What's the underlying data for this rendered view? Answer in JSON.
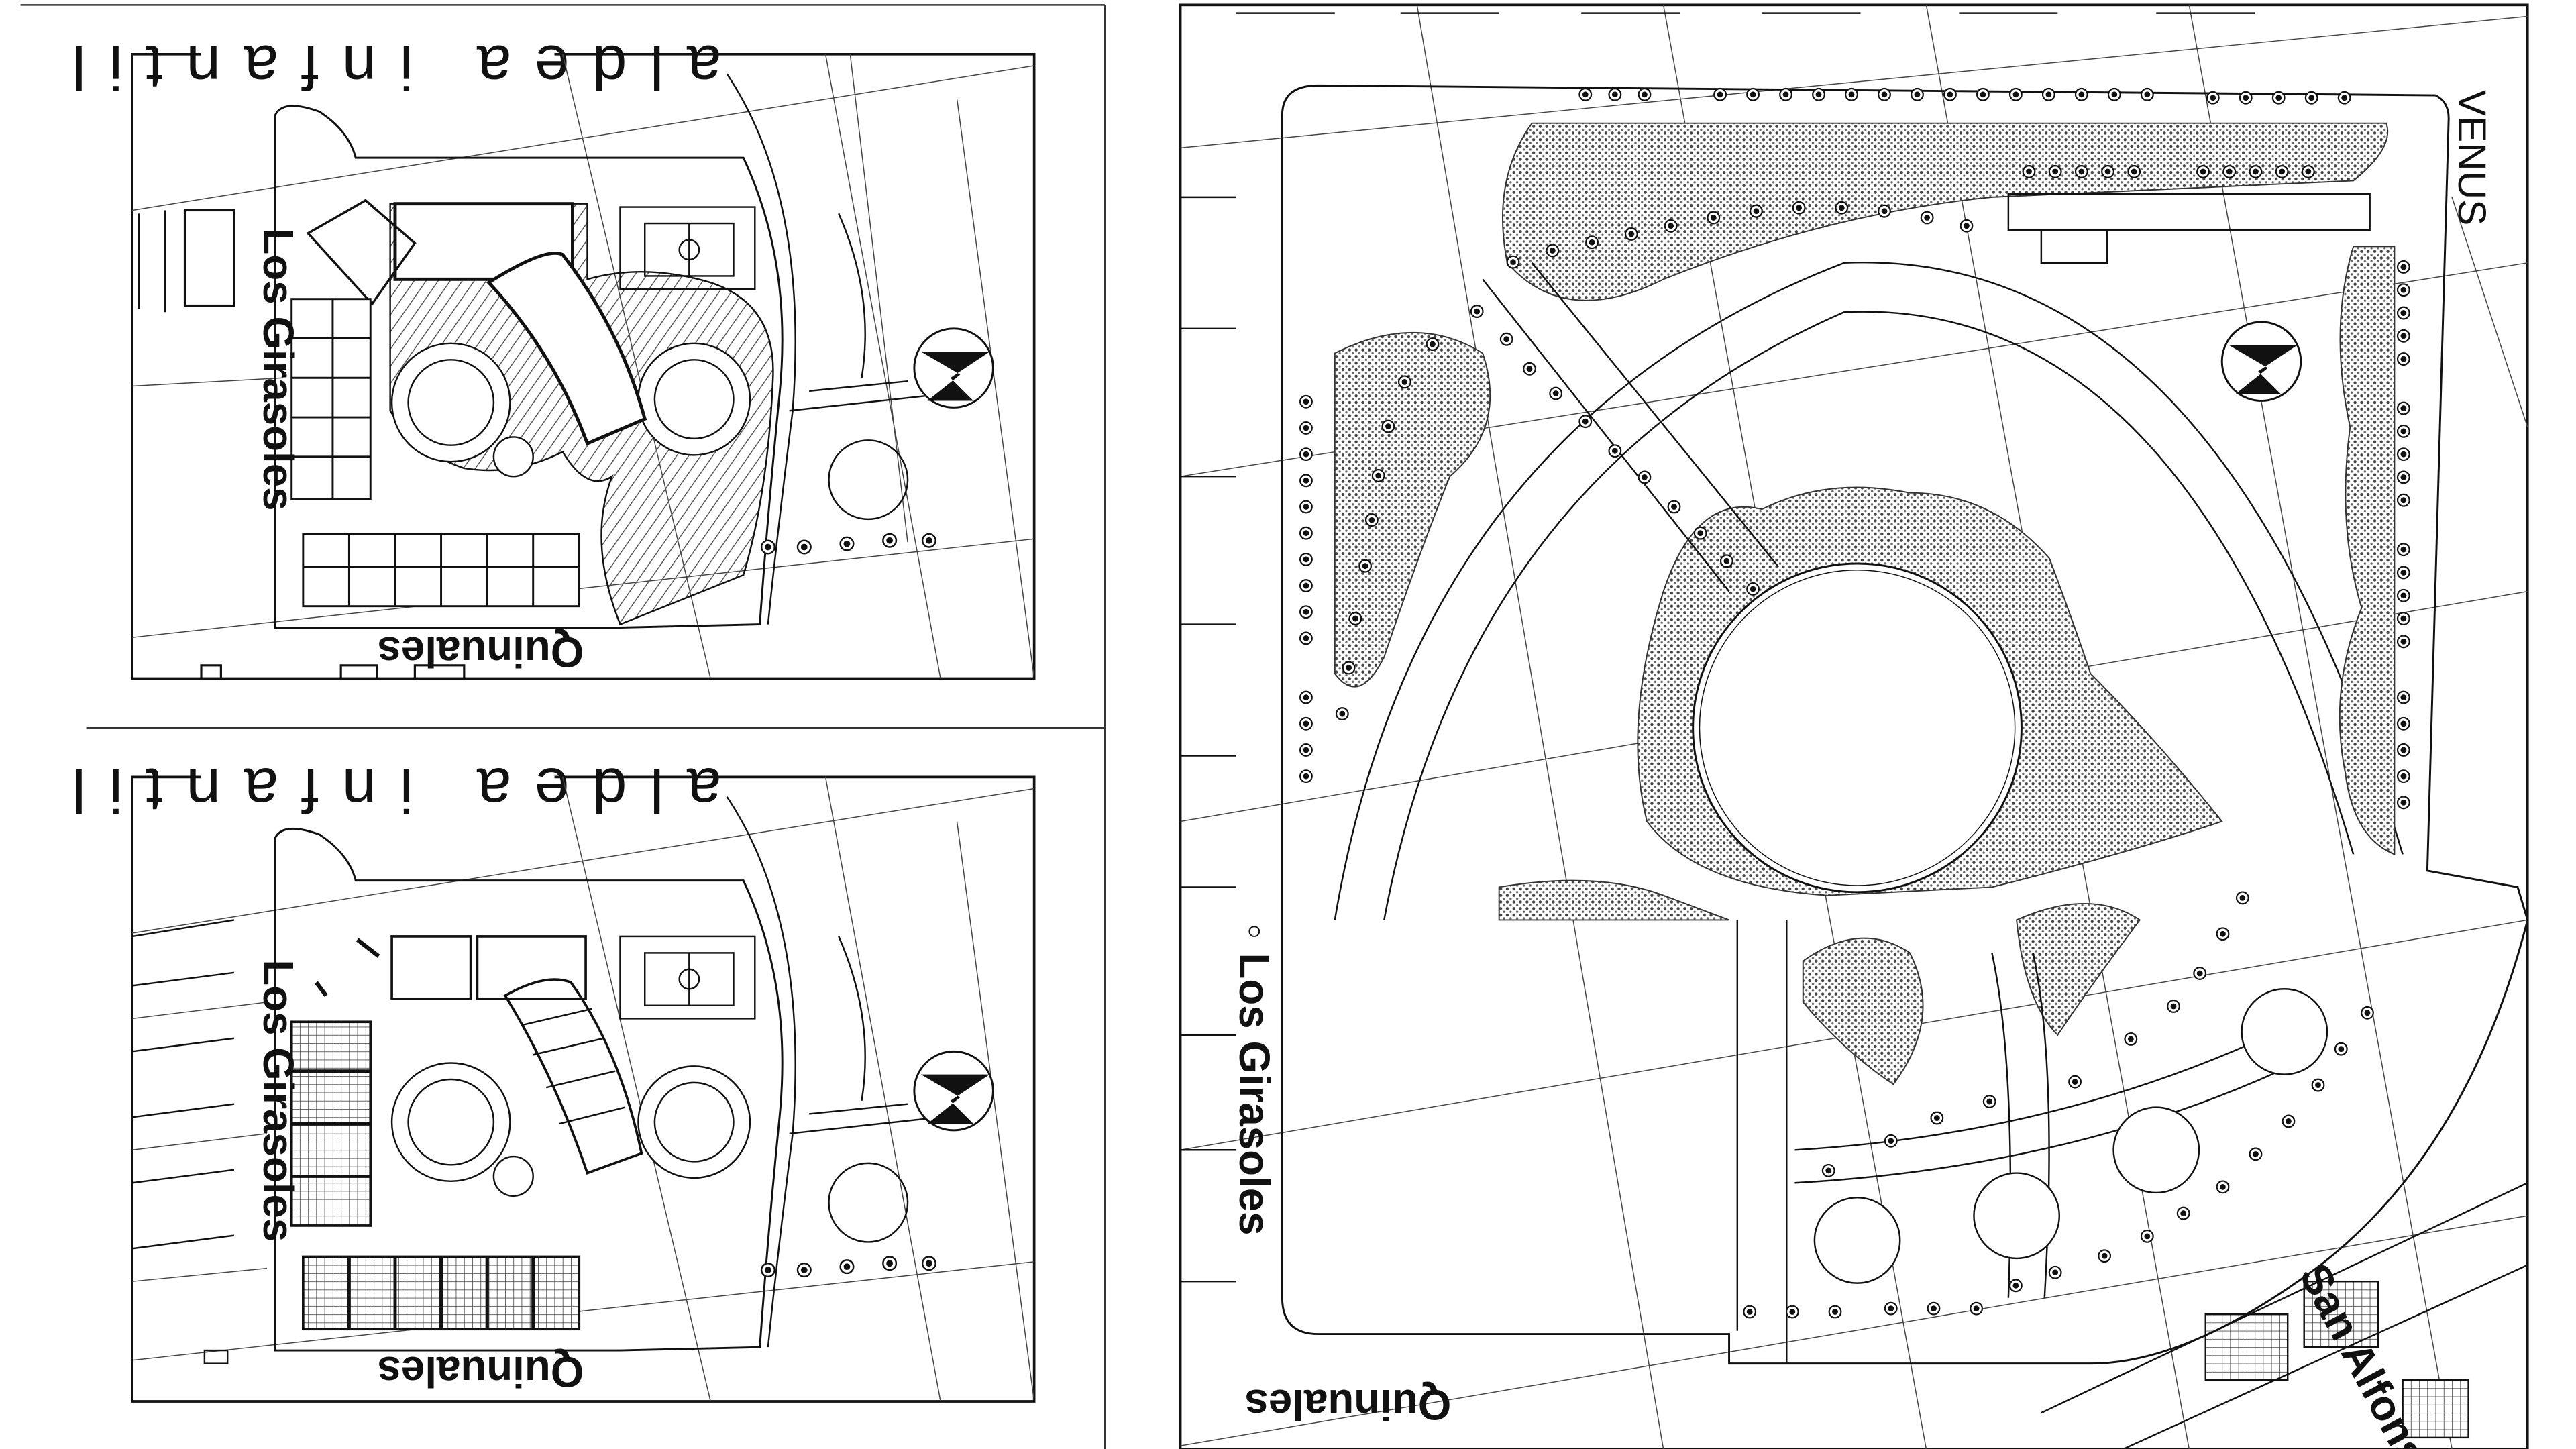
{
  "colors": {
    "ink": "#111111",
    "paper": "#ffffff",
    "hatch": "#555555",
    "thin": "#444444"
  },
  "plans": [
    {
      "id": "plan-1",
      "title": "aldea infantil",
      "streets": {
        "west": "Los Girasoles",
        "south": "Quinuales"
      },
      "north_icon": "north-arrow-icon"
    },
    {
      "id": "plan-2",
      "title": "aldea infantil",
      "streets": {
        "west": "Los Girasoles",
        "south": "Quinuales"
      },
      "north_icon": "north-arrow-icon"
    }
  ],
  "park": {
    "streets": {
      "west": "Los Girasoles",
      "south": "Quinuales",
      "northeast": "VENUS",
      "southeast": "San Alfonso"
    },
    "north_icon": "north-arrow-icon"
  }
}
